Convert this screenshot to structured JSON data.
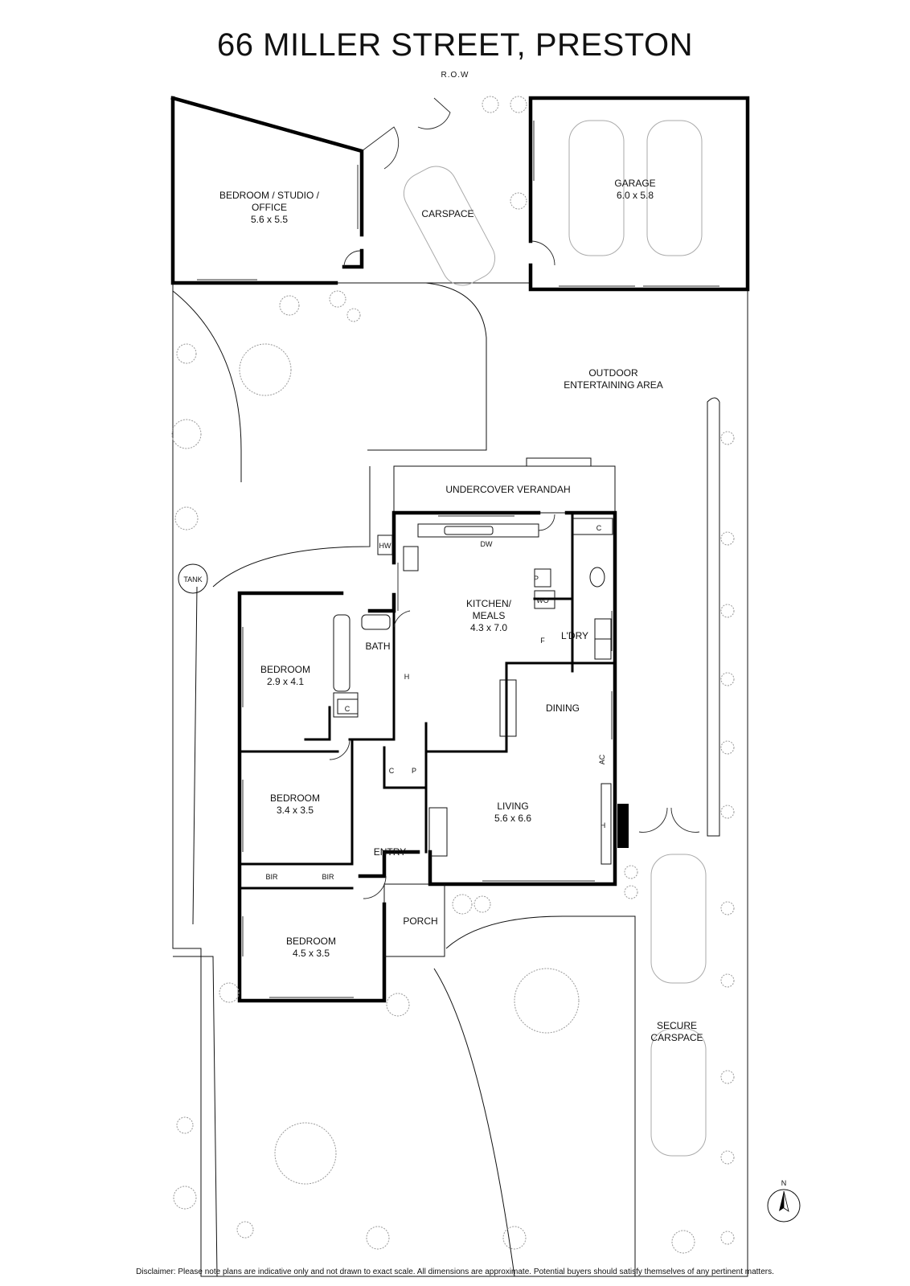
{
  "title": "66 MILLER STREET, PRESTON",
  "row_label": "R.O.W",
  "disclaimer": "Disclaimer: Please note plans are indicative only and not drawn to exact scale. All dimensions are approximate. Potential buyers should satisfy themselves of any pertinent matters.",
  "rooms": {
    "studio": {
      "name_1": "BEDROOM / STUDIO /",
      "name_2": "OFFICE",
      "size": "5.6 x 5.5"
    },
    "carspace": {
      "name": "CARSPACE"
    },
    "garage": {
      "name": "GARAGE",
      "size": "6.0 x 5.8"
    },
    "outdoor": {
      "name_1": "OUTDOOR",
      "name_2": "ENTERTAINING AREA"
    },
    "verandah": {
      "name": "UNDERCOVER VERANDAH"
    },
    "kitchen": {
      "name_1": "KITCHEN/",
      "name_2": "MEALS",
      "size": "4.3 x 7.0"
    },
    "laundry": {
      "name": "L'DRY"
    },
    "dining": {
      "name": "DINING"
    },
    "living": {
      "name": "LIVING",
      "size": "5.6 x 6.6"
    },
    "bath": {
      "name": "BATH"
    },
    "bedroom1": {
      "name": "BEDROOM",
      "size": "2.9 x 4.1"
    },
    "bedroom2": {
      "name": "BEDROOM",
      "size": "3.4 x 3.5"
    },
    "bedroom3": {
      "name": "BEDROOM",
      "size": "4.5 x 3.5"
    },
    "entry": {
      "name": "ENTRY"
    },
    "porch": {
      "name": "PORCH"
    },
    "secure_carspace": {
      "name_1": "SECURE",
      "name_2": "CARSPACE"
    },
    "tank": {
      "name": "TANK"
    }
  },
  "small_labels": {
    "hw": "HW",
    "dw": "DW",
    "c": "C",
    "p": "P",
    "wo": "WO",
    "f": "F",
    "h": "H",
    "ac": "AC",
    "bir": "BIR"
  },
  "compass": {
    "north": "N"
  }
}
